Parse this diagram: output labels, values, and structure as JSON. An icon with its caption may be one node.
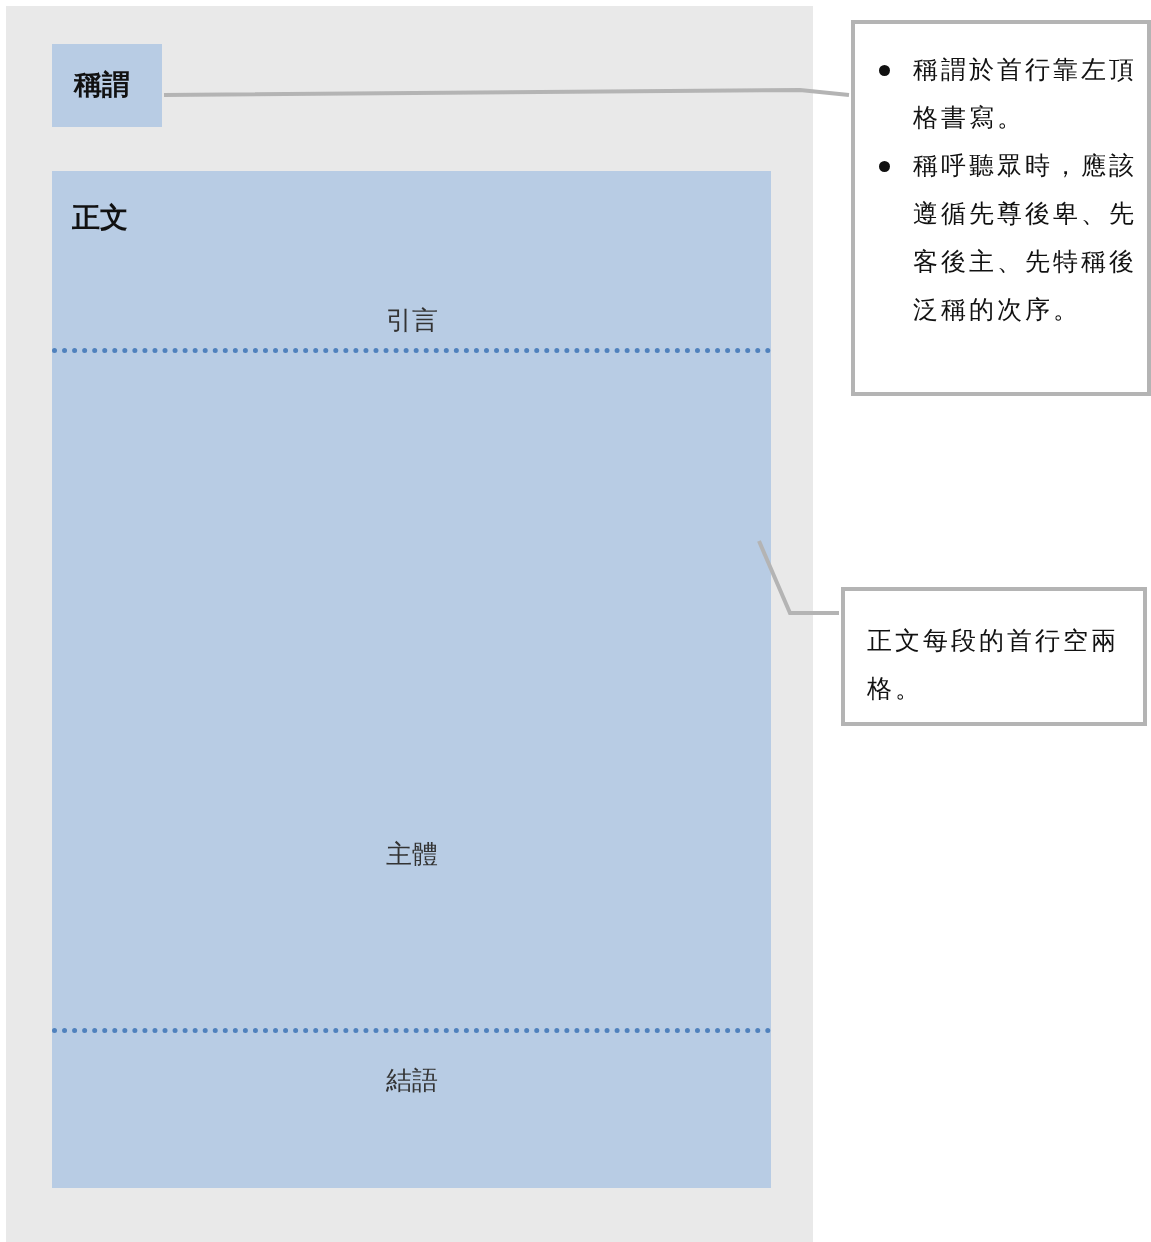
{
  "diagram": {
    "nodes": [
      {
        "text": [
          "稱謂"
        ]
      },
      {
        "text": [
          "正文"
        ]
      },
      {
        "text": [
          "引言"
        ],
        "in": 1
      },
      {
        "text": [
          "主體"
        ],
        "in": 1
      },
      {
        "text": [
          "結語"
        ],
        "in": 1
      },
      {
        "text": [
          "稱謂於首行靠左頂格書寫。",
          "稱呼聽眾時，應該遵循先尊後卑、先客後主、先特稱後泛稱的次序。"
        ]
      },
      {
        "text": [
          "正文每段的首行空兩格。"
        ]
      }
    ],
    "edges": [
      {
        "from": 5,
        "to": 0,
        "arrow": "none"
      },
      {
        "from": 6,
        "to": 3,
        "arrow": "none"
      }
    ]
  }
}
